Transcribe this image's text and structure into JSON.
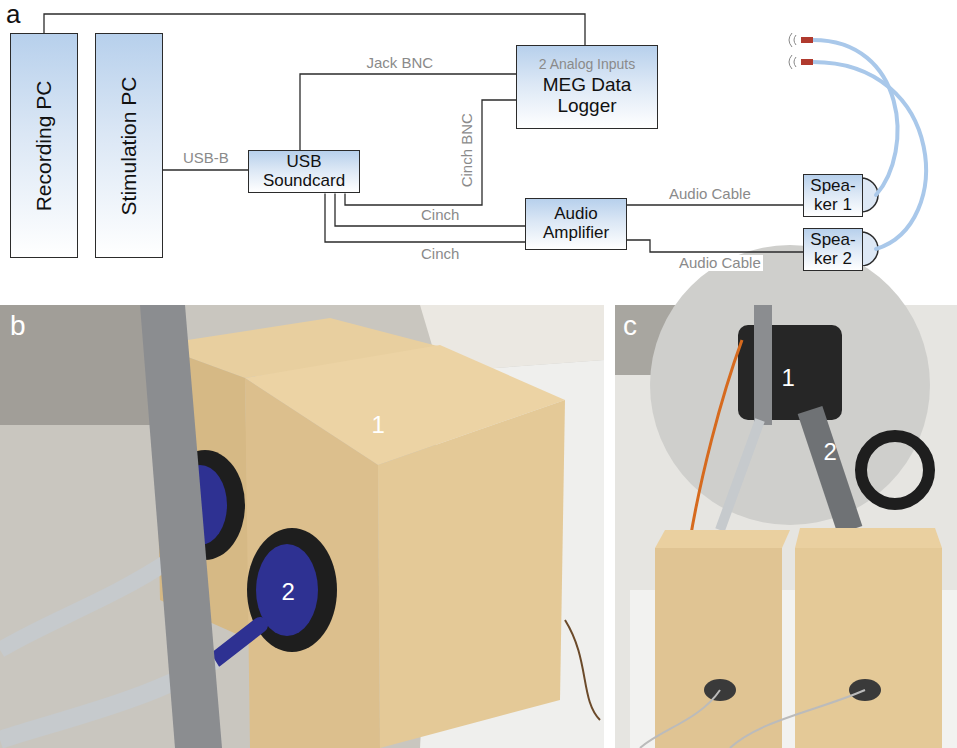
{
  "diagram": {
    "nodes": [
      {
        "text": [
          "Recording PC"
        ]
      },
      {
        "text": [
          "Stimulation PC"
        ]
      },
      {
        "text": [
          "USB Soundcard"
        ]
      },
      {
        "text": [
          "2 Analog Inputs",
          "MEG Data Logger"
        ]
      },
      {
        "text": [
          "Audio Amplifier"
        ]
      },
      {
        "text": [
          "Spea- ker 1"
        ]
      },
      {
        "text": [
          "Spea- ker 2"
        ]
      }
    ],
    "edges": [
      {
        "from": 0,
        "to": 3,
        "arrow": "none"
      },
      {
        "from": 1,
        "to": 2,
        "label": "USB-B",
        "arrow": "none"
      },
      {
        "from": 2,
        "to": 3,
        "label": "Jack BNC",
        "arrow": "none"
      },
      {
        "from": 2,
        "to": 3,
        "label": "Cinch BNC",
        "arrow": "none"
      },
      {
        "from": 2,
        "to": 4,
        "label": "Cinch",
        "arrow": "none"
      },
      {
        "from": 2,
        "to": 4,
        "label": "Cinch",
        "arrow": "none"
      },
      {
        "from": 4,
        "to": 5,
        "label": "Audio Cable",
        "arrow": "none"
      },
      {
        "from": 4,
        "to": 6,
        "label": "Audio Cable",
        "arrow": "none"
      }
    ],
    "labels": [
      "a",
      "b",
      "1",
      "2",
      "c",
      "1",
      "2"
    ]
  }
}
